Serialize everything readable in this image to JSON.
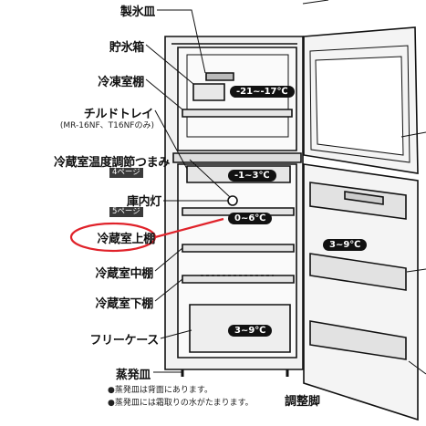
{
  "labels": {
    "ice_tray": "製氷皿",
    "ice_box": "貯氷箱",
    "freezer_shelf": "冷凍室棚",
    "chilled_tray": "チルドトレイ",
    "chilled_tray_models": "(MR-16NF、T16NFのみ)",
    "temp_knob": "冷蔵室温度調節つまみ",
    "temp_knob_page": "4ページ",
    "interior_light": "庫内灯",
    "interior_light_page": "5ページ",
    "upper_shelf": "冷蔵室上棚",
    "middle_shelf": "冷蔵室中棚",
    "lower_shelf": "冷蔵室下棚",
    "free_case": "フリーケース",
    "evap_tray": "蒸発皿",
    "adjust_foot": "調整脚"
  },
  "temps": {
    "freezer": "-21~-17℃",
    "chilled": "-1~3℃",
    "upper": "0~6℃",
    "door": "3~9℃",
    "case": "3~9℃"
  },
  "notes": [
    "●蒸発皿は背面にあります。",
    "●蒸発皿には霜取りの水がたまります。"
  ],
  "colors": {
    "highlight": "#e0222a"
  }
}
